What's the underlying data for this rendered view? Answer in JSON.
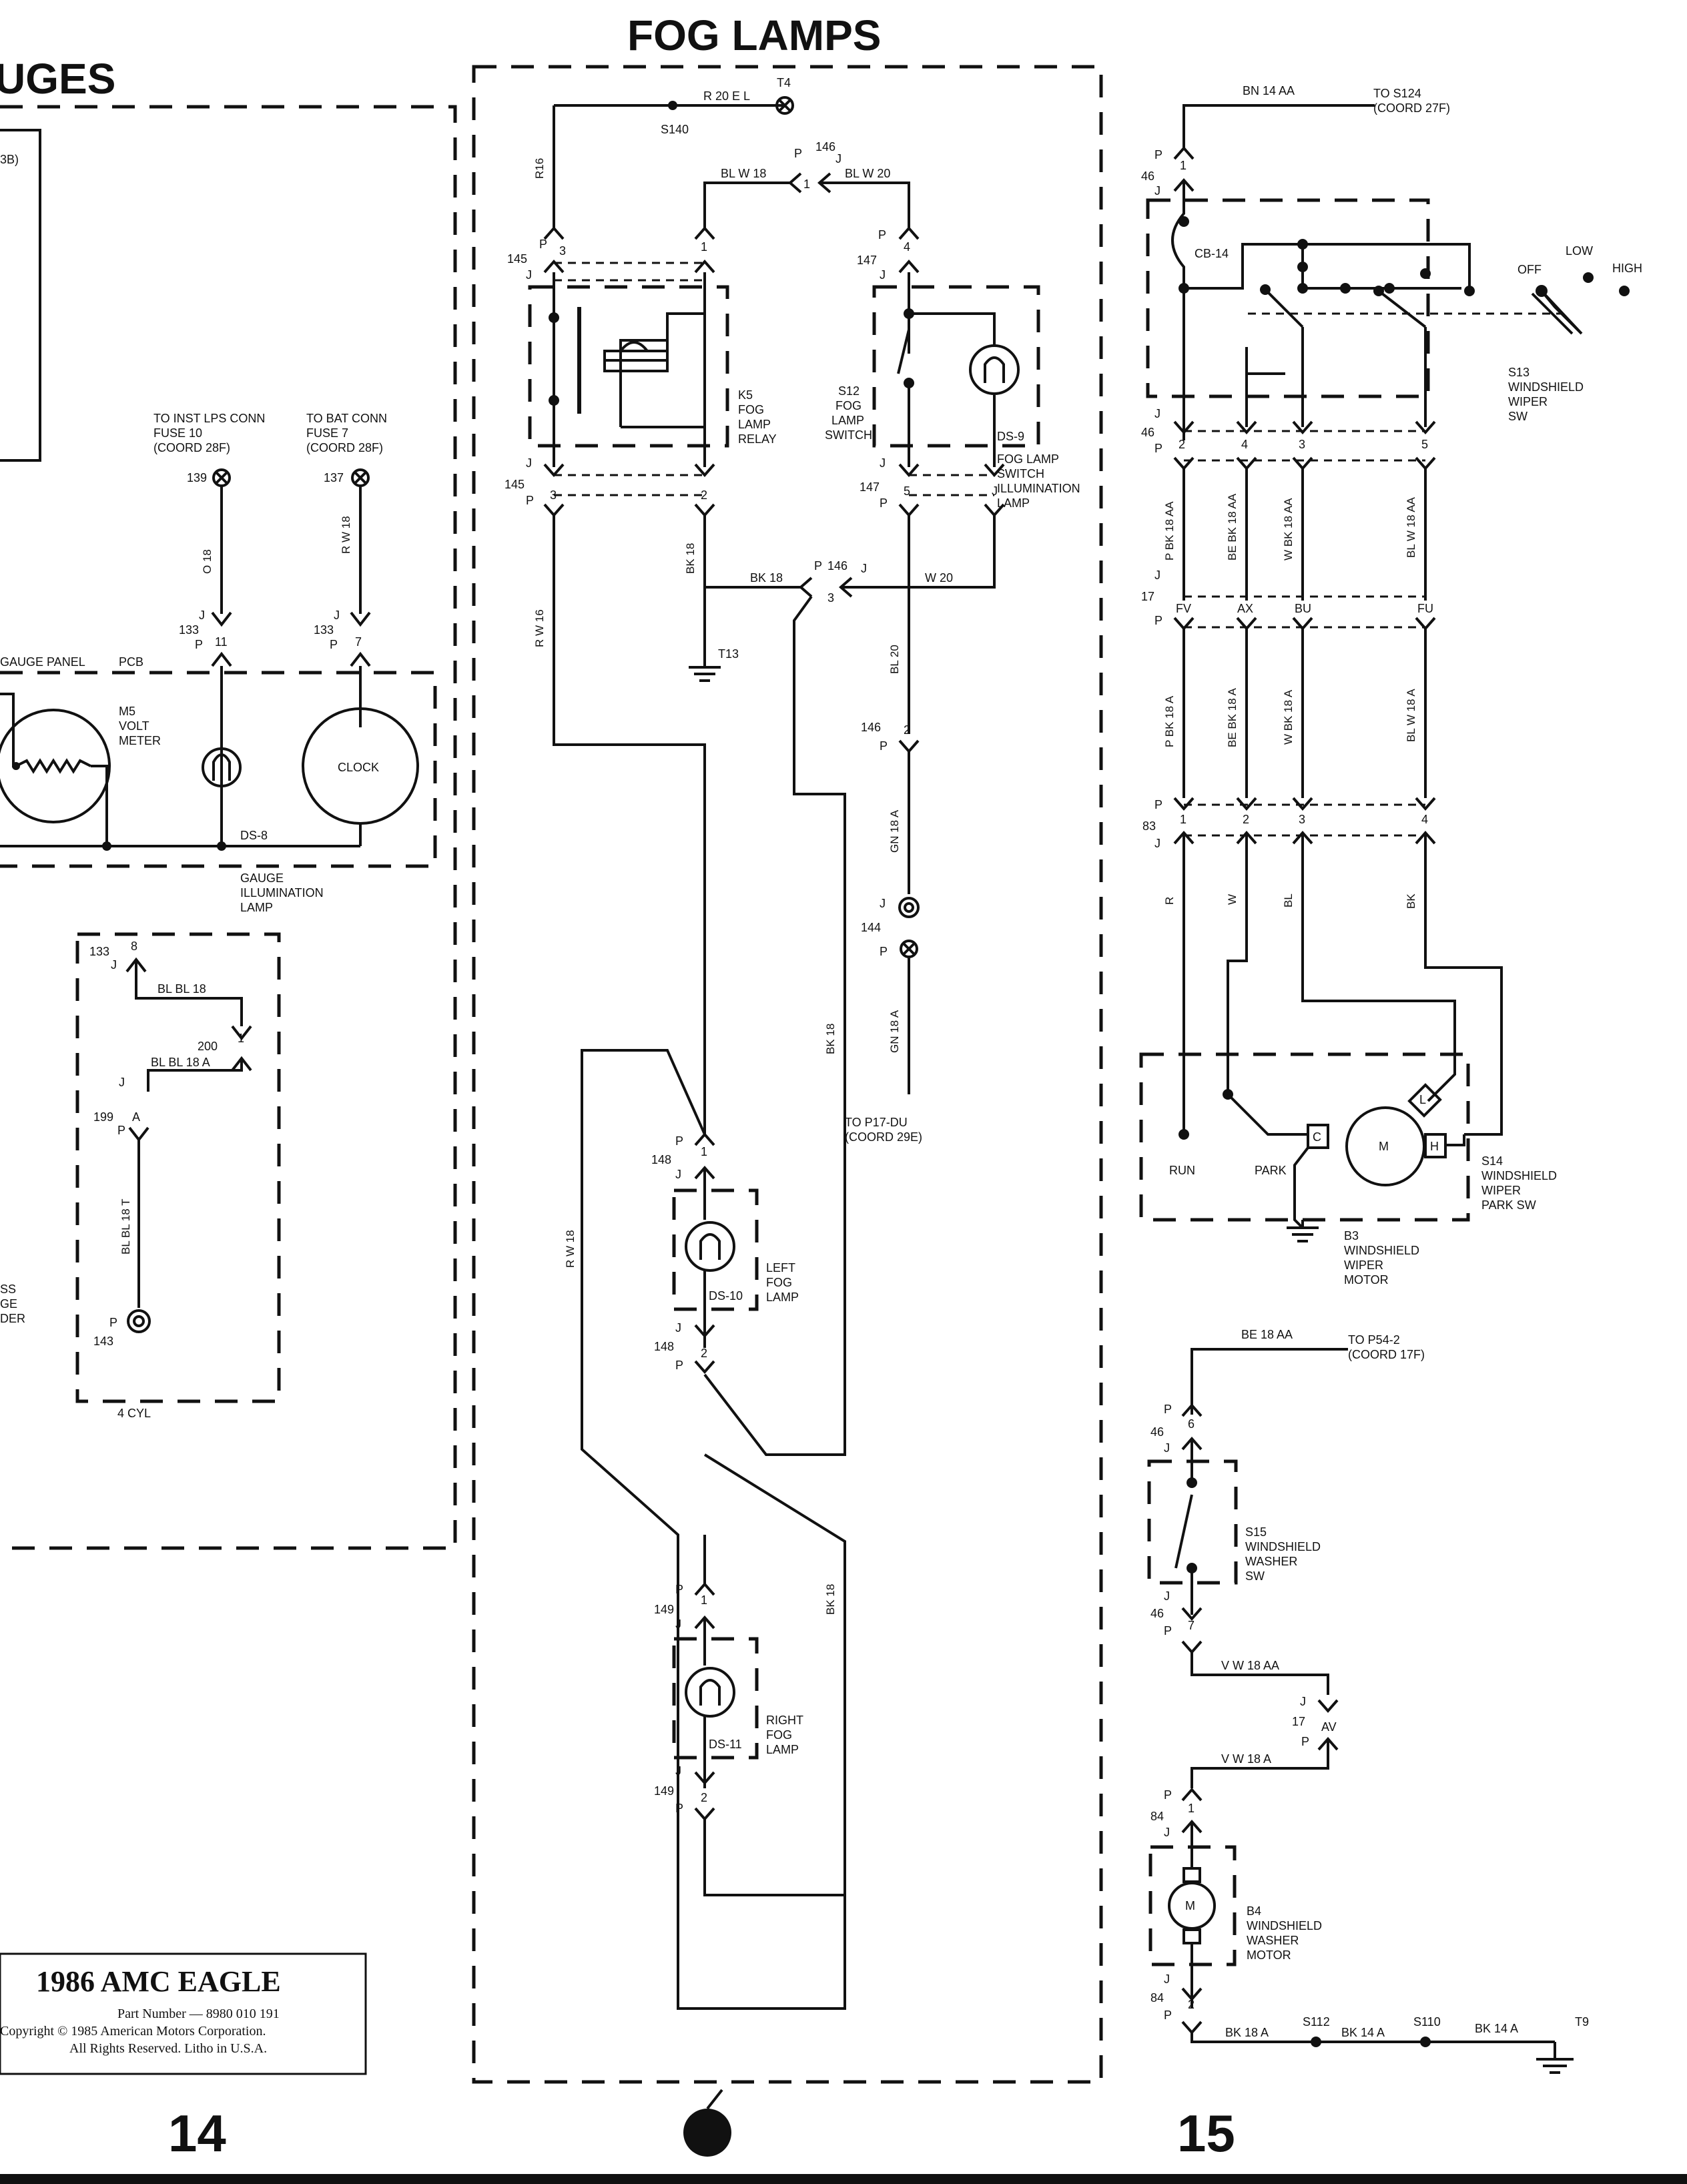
{
  "headings": {
    "left_partial": "UGES",
    "center": "FOG LAMPS"
  },
  "page_numbers": {
    "left": "14",
    "right": "15"
  },
  "title_box": {
    "title": "1986 AMC EAGLE",
    "part_number": "Part Number — 8980 010 191",
    "copyright": "Copyright © 1985 American Motors Corporation.",
    "rights": "All Rights Reserved. Litho in U.S.A."
  },
  "left_section": {
    "partial_ref": "3B)",
    "inst_lps_conn": [
      "TO INST LPS CONN",
      "FUSE 10",
      "(COORD 28F)"
    ],
    "bat_conn": [
      "TO BAT CONN",
      "FUSE 7",
      "(COORD 28F)"
    ],
    "terminal_139": "139",
    "terminal_137": "137",
    "wire_o18": "O 18",
    "wire_rw18": "R W 18",
    "conn_133": "133",
    "pin_j": "J",
    "pin_p": "P",
    "pin_11": "11",
    "pin_7": "7",
    "gauge_panel": "GAUGE PANEL",
    "pcb": "PCB",
    "voltmeter": [
      "M5",
      "VOLT",
      "METER"
    ],
    "clock": "CLOCK",
    "ds8": "DS-8",
    "gauge_illum": [
      "GAUGE",
      "ILLUMINATION",
      "LAMP"
    ],
    "pin_8": "8",
    "wire_blbl18": "BL BL 18",
    "conn_200": "200",
    "pin_1": "1",
    "wire_blbl18a": "BL BL 18 A",
    "conn_199": "199",
    "pin_a": "A",
    "wire_blbl18t": "BL BL 18 T",
    "conn_143": "143",
    "four_cyl": "4 CYL",
    "partial_sender": [
      "SS",
      "GE",
      "DER"
    ]
  },
  "center_section": {
    "wire_r20el": "R 20 E L",
    "t4": "T4",
    "s140": "S140",
    "wire_r16": "R16",
    "wire_blw18": "BL W 18",
    "wire_blw20": "BL W 20",
    "conn_146": "146",
    "conn_145": "145",
    "conn_147": "147",
    "conn_148": "148",
    "conn_149": "149",
    "conn_144": "144",
    "pin_1": "1",
    "pin_2": "2",
    "pin_3": "3",
    "pin_4": "4",
    "pin_5": "5",
    "j": "J",
    "p": "P",
    "relay": [
      "K5",
      "FOG",
      "LAMP",
      "RELAY"
    ],
    "switch": [
      "S12",
      "FOG",
      "LAMP",
      "SWITCH"
    ],
    "ds9": "DS-9",
    "illum_lamp": [
      "FOG LAMP",
      "SWITCH",
      "ILLUMINATION",
      "LAMP"
    ],
    "wire_bk18": "BK 18",
    "wire_w20": "W 20",
    "wire_rw16": "R W 16",
    "t13": "T13",
    "wire_bl20": "BL 20",
    "wire_gn18a": "GN 18 A",
    "to_p17": [
      "TO P17-DU",
      "(COORD 29E)"
    ],
    "wire_rw18": "R W 18",
    "left_fog": [
      "LEFT",
      "FOG",
      "LAMP"
    ],
    "ds10": "DS-10",
    "right_fog": [
      "RIGHT",
      "FOG",
      "LAMP"
    ],
    "ds11": "DS-11"
  },
  "right_section": {
    "wire_bn14aa": "BN 14 AA",
    "to_s124": [
      "TO S124",
      "(COORD 27F)"
    ],
    "conn_46": "46",
    "conn_17": "17",
    "conn_83": "83",
    "conn_84": "84",
    "p": "P",
    "j": "J",
    "cb14": "CB-14",
    "off": "OFF",
    "low": "LOW",
    "high": "HIGH",
    "s13": [
      "S13",
      "WINDSHIELD",
      "WIPER",
      "SW"
    ],
    "pins_top": [
      "1",
      "2",
      "4",
      "3",
      "5"
    ],
    "wires_aa": [
      "P BK 18 AA",
      "BE BK 18 AA",
      "W BK 18 AA",
      "BL W 18 AA"
    ],
    "pins_17": [
      "FV",
      "AX",
      "BU",
      "FU"
    ],
    "wires_a": [
      "P BK 18 A",
      "BE BK 18 A",
      "W BK 18 A",
      "BL W 18 A"
    ],
    "pins_83": [
      "1",
      "2",
      "3",
      "4"
    ],
    "wires_83": [
      "R",
      "W",
      "BL",
      "BK"
    ],
    "run": "RUN",
    "park": "PARK",
    "motor_c": "C",
    "motor_m": "M",
    "motor_h": "H",
    "motor_l": "L",
    "s14": [
      "S14",
      "WINDSHIELD",
      "WIPER",
      "PARK SW"
    ],
    "b3": [
      "B3",
      "WINDSHIELD",
      "WIPER",
      "MOTOR"
    ],
    "wire_be18aa": "BE 18 AA",
    "to_p54": [
      "TO P54-2",
      "(COORD 17F)"
    ],
    "pin_6": "6",
    "pin_7": "7",
    "s15": [
      "S15",
      "WINDSHIELD",
      "WASHER",
      "SW"
    ],
    "wire_vw18aa": "V W 18 AA",
    "pin_av": "AV",
    "wire_vw18a": "V W 18 A",
    "b4": [
      "B4",
      "WINDSHIELD",
      "WASHER",
      "MOTOR"
    ],
    "wire_bk18a": "BK 18 A",
    "s112": "S112",
    "wire_bk14a_1": "BK 14 A",
    "s110": "S110",
    "wire_bk14a_2": "BK 14 A",
    "t9": "T9"
  }
}
